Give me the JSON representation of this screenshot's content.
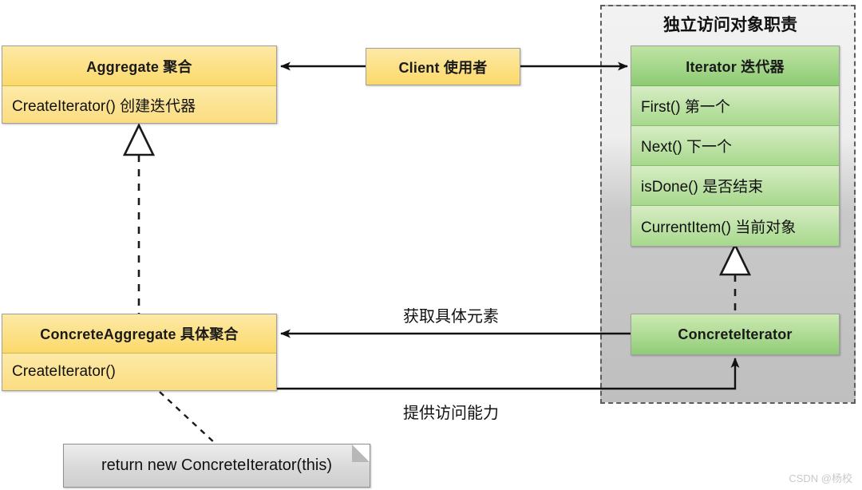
{
  "diagram": {
    "title_watermark": "CSDN @杨校",
    "region": {
      "label": "独立访问对象职责"
    },
    "classes": [
      {
        "id": "aggregate",
        "name": "Aggregate 聚合",
        "members": [
          "CreateIterator()  创建迭代器"
        ]
      },
      {
        "id": "client",
        "name": "Client 使用者",
        "members": []
      },
      {
        "id": "iterator",
        "name": "Iterator 迭代器",
        "members": [
          "First() 第一个",
          "Next() 下一个",
          "isDone() 是否结束",
          "CurrentItem() 当前对象"
        ]
      },
      {
        "id": "concrete-aggregate",
        "name": "ConcreteAggregate  具体聚合",
        "members": [
          "CreateIterator()"
        ]
      },
      {
        "id": "concrete-iterator",
        "name": "ConcreteIterator",
        "members": []
      }
    ],
    "note": {
      "text": "return new ConcreteIterator(this)"
    },
    "edges": [
      {
        "id": "client-to-aggregate",
        "label": ""
      },
      {
        "id": "client-to-iterator",
        "label": ""
      },
      {
        "id": "aggregate-realization",
        "label": ""
      },
      {
        "id": "iterator-realization",
        "label": ""
      },
      {
        "id": "get-concrete-element",
        "label": "获取具体元素"
      },
      {
        "id": "provide-access-ability",
        "label": "提供访问能力"
      }
    ],
    "colors": {
      "aggregate_header": "#fbd96a",
      "aggregate_body": "#fbdd80",
      "iterator_header": "#8dcb74",
      "iterator_body": "#a7d88c",
      "region_border": "#5d5d5d",
      "region_fill_top": "#f2f2f2",
      "region_fill_bottom": "#bfbfbf",
      "line": "#111111",
      "watermark": "#c9c9c9"
    }
  }
}
